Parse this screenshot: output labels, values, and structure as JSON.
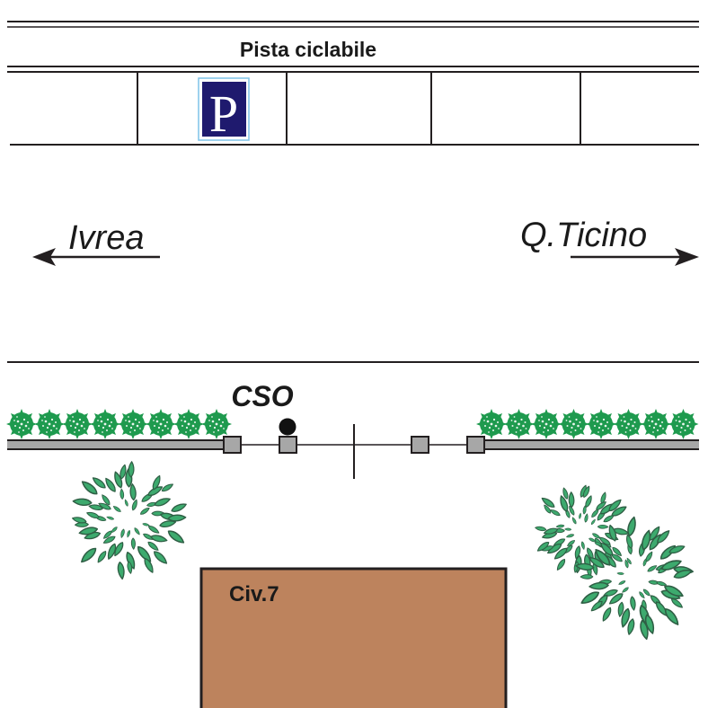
{
  "title": "Street plan diagram",
  "colors": {
    "line": "#231f20",
    "parking_sign_bg": "#1f1a6e",
    "parking_sign_border": "#7ec3e8",
    "parking_sign_letter": "#ffffff",
    "hedge": "#1e9a4e",
    "tree_fill": "#3daa6e",
    "tree_stroke": "#2f5f45",
    "sidewalk": "#a7a7a7",
    "post": "#a7a7a7",
    "building": "#bd835d",
    "marker": "#111111"
  },
  "bike_lane": {
    "label": "Pista ciclabile"
  },
  "parking": {
    "stall_count": 5,
    "sign_letter": "P",
    "sign_icon": "parking-sign-icon",
    "sign_stall_index": 1
  },
  "directions": {
    "left": {
      "label": "Ivrea",
      "icon": "arrow-left-icon"
    },
    "right": {
      "label": "Q.Ticino",
      "icon": "arrow-right-icon"
    }
  },
  "sidewalk": {
    "hedges_left_count": 8,
    "hedges_right_count": 8,
    "posts_count": 4,
    "cso_label": "CSO",
    "cso_marker_icon": "station-dot-icon"
  },
  "trees": {
    "count": 3,
    "icon": "tree-icon"
  },
  "building": {
    "label": "Civ.7"
  }
}
